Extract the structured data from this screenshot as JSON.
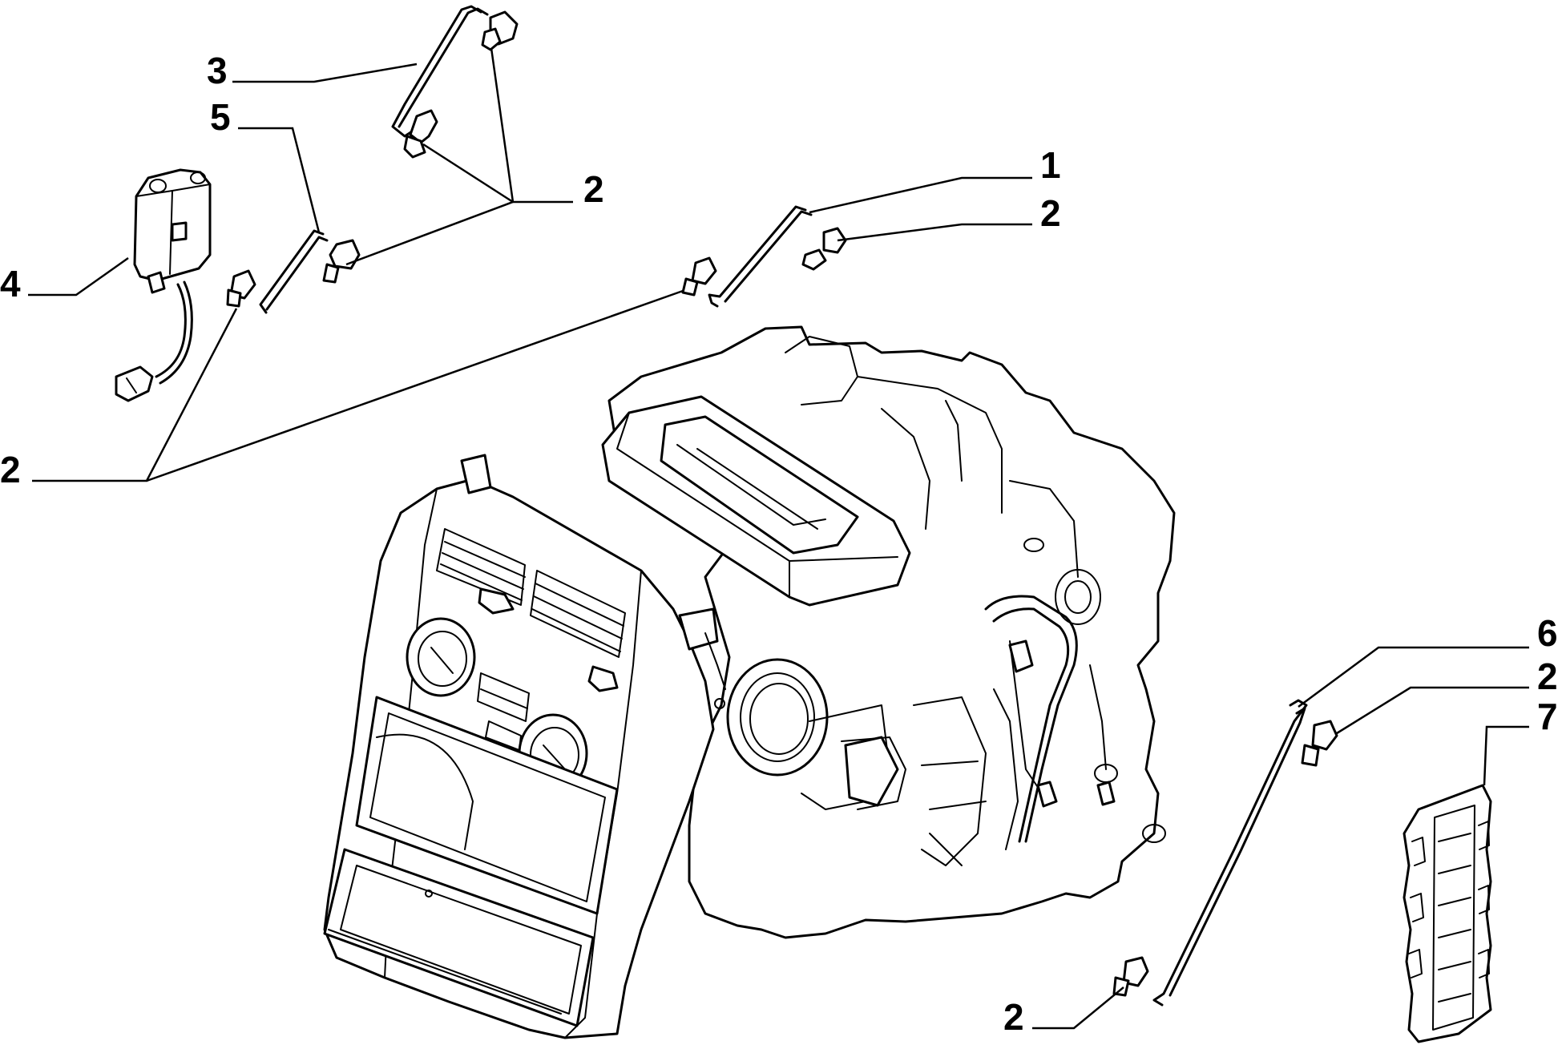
{
  "callouts": {
    "c1": "1",
    "c2a": "2",
    "c2b": "2",
    "c2c": "2",
    "c2d": "2",
    "c2e": "2",
    "c3": "3",
    "c4": "4",
    "c5": "5",
    "c6": "6",
    "c7": "7"
  }
}
